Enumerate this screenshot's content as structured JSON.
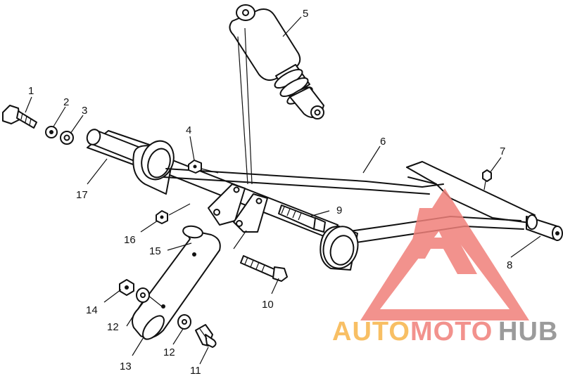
{
  "diagram": {
    "callouts": [
      {
        "id": "c1",
        "label": "1"
      },
      {
        "id": "c2",
        "label": "2"
      },
      {
        "id": "c3",
        "label": "3"
      },
      {
        "id": "c4",
        "label": "4"
      },
      {
        "id": "c5",
        "label": "5"
      },
      {
        "id": "c6",
        "label": "6"
      },
      {
        "id": "c7",
        "label": "7"
      },
      {
        "id": "c8",
        "label": "8"
      },
      {
        "id": "c9",
        "label": "9"
      },
      {
        "id": "c10",
        "label": "10"
      },
      {
        "id": "c11",
        "label": "11"
      },
      {
        "id": "c12a",
        "label": "12"
      },
      {
        "id": "c12b",
        "label": "12"
      },
      {
        "id": "c13",
        "label": "13"
      },
      {
        "id": "c14",
        "label": "14"
      },
      {
        "id": "c15",
        "label": "15"
      },
      {
        "id": "c16",
        "label": "16"
      },
      {
        "id": "c17",
        "label": "17"
      }
    ]
  },
  "watermark": {
    "part1": "AUTO",
    "part2": "MOTO",
    "part3": "HUB",
    "colors": {
      "orange": "#f7b54a",
      "red": "#f0807a",
      "gray": "#8a8a8a"
    }
  }
}
